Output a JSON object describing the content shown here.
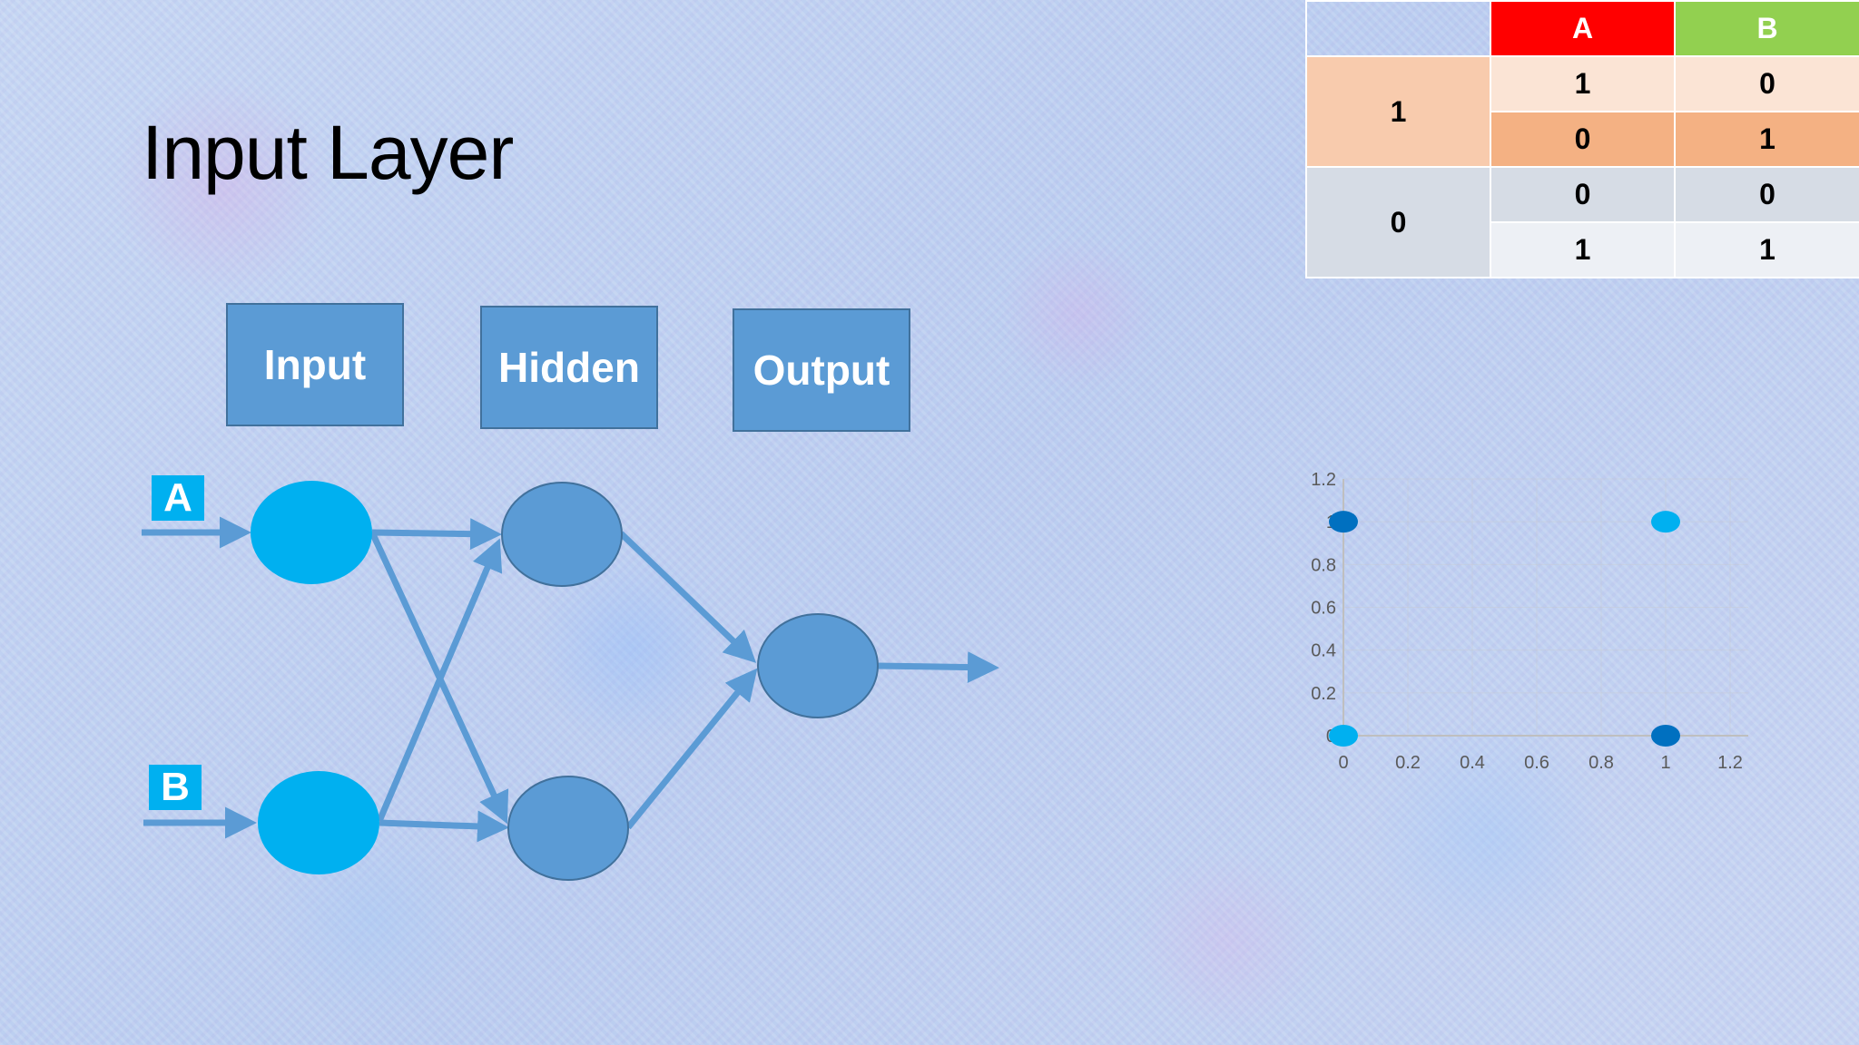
{
  "title": "Input Layer",
  "layers": {
    "input": "Input",
    "hidden": "Hidden",
    "output": "Output"
  },
  "inputs": [
    "A",
    "B"
  ],
  "colors": {
    "input_node": "#00b0f0",
    "node": "#5b9bd5",
    "arrow": "#5b9bd5",
    "header_a": "#ff0000",
    "header_b": "#92d050"
  },
  "table": {
    "headers": [
      "",
      "A",
      "B"
    ],
    "groups": [
      {
        "label": "1",
        "rows": [
          [
            "1",
            "0"
          ],
          [
            "0",
            "1"
          ]
        ]
      },
      {
        "label": "0",
        "rows": [
          [
            "0",
            "0"
          ],
          [
            "1",
            "1"
          ]
        ]
      }
    ]
  },
  "chart_data": {
    "type": "scatter",
    "title": "",
    "xlabel": "",
    "ylabel": "",
    "xlim": [
      0,
      1.2
    ],
    "ylim": [
      0,
      1.2
    ],
    "x_ticks": [
      "0",
      "0.2",
      "0.4",
      "0.6",
      "0.8",
      "1",
      "1.2"
    ],
    "y_ticks": [
      "0",
      "0.2",
      "0.4",
      "0.6",
      "0.8",
      "1",
      "1.2"
    ],
    "grid": true,
    "points": [
      {
        "x": 0,
        "y": 1,
        "color": "#0070c0"
      },
      {
        "x": 1,
        "y": 1,
        "color": "#00b0f0"
      },
      {
        "x": 0,
        "y": 0,
        "color": "#00b0f0"
      },
      {
        "x": 1,
        "y": 0,
        "color": "#0070c0"
      }
    ]
  }
}
